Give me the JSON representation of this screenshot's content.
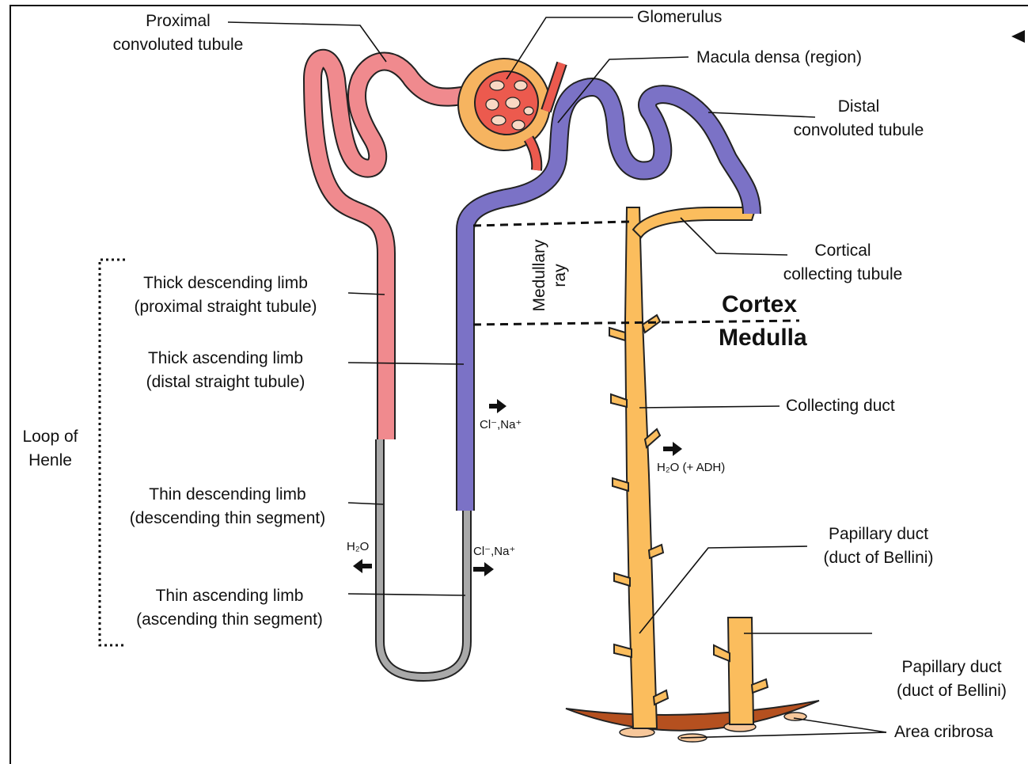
{
  "labels": {
    "proximal_convoluted_tubule": [
      "Proximal",
      "convoluted tubule"
    ],
    "glomerulus": "Glomerulus",
    "macula_densa": "Macula densa (region)",
    "distal_convoluted_tubule": [
      "Distal",
      "convoluted tubule"
    ],
    "cortical_collecting_tubule": [
      "Cortical",
      "collecting tubule"
    ],
    "medullary_ray": [
      "Medullary",
      "ray"
    ],
    "cortex": "Cortex",
    "medulla": "Medulla",
    "thick_descending_limb": [
      "Thick descending limb",
      "(proximal straight tubule)"
    ],
    "thick_ascending_limb": [
      "Thick ascending limb",
      "(distal straight tubule)"
    ],
    "loop_of_henle": [
      "Loop of",
      "Henle"
    ],
    "thin_descending_limb": [
      "Thin descending limb",
      "(descending thin segment)"
    ],
    "thin_ascending_limb": [
      "Thin ascending limb",
      "(ascending thin segment)"
    ],
    "collecting_duct": "Collecting duct",
    "papillary_duct_1": [
      "Papillary duct",
      "(duct of Bellini)"
    ],
    "papillary_duct_2": [
      "Papillary duct",
      "(duct of Bellini)"
    ],
    "area_cribrosa": "Area cribrosa"
  },
  "transport": {
    "cl_na_upper": "Cl⁻,Na⁺",
    "cl_na_lower": "Cl⁻,Na⁺",
    "h2o_adh": "H₂O (+ ADH)",
    "h2o_thin": "H₂O"
  },
  "colors": {
    "proximal": "#f08a8e",
    "distal": "#7b72c6",
    "thin": "#a9a9a9",
    "collecting": "#fbbd5d",
    "glomerulus": "#ec5a4e",
    "bowman": "#f6b460",
    "papilla": "#b5501f"
  }
}
